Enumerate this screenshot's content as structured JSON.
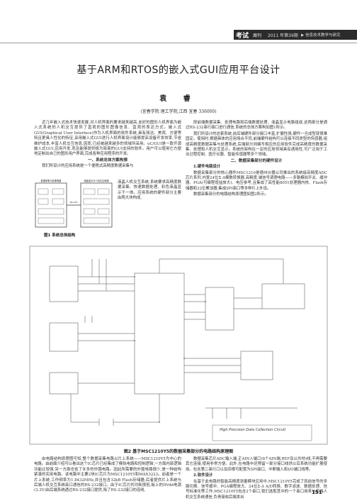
{
  "header": {
    "journal_name": "考试",
    "journal_sub": "周刊",
    "issue": "2011 年第39期",
    "slogan": "▶ 信息技术教学与研究"
  },
  "title": "基于ARM和RTOS的嵌入式GUI应用平台设计",
  "author": "袁 睿",
  "affiliation": "(宜春学院 理工学院,江西 宜春 336000)",
  "left_column": {
    "p1": "近几年嵌入式技术快速发展,对人机界面的要求越来越高,友好的图形人机界面为嵌入式系统的人机交互提供了直观的图形图像信息、直观的表达方式。嵌入式GUI(Graphical User Interface)作为人机界面的软件系统,具有简洁、美观、方便等特且更具人性化的特征,采用嵌入式GUI进行人机界面设计能够提高设备开发效率,节省维护成本,丰富人机交互信息,因而,已经被越来越多的领域所采用。uC/GUI是一款开源嵌入式GUI,应用开发,而且能够提供极为简易的GUI支持的软件。用户可以使用它方便地定制出自己的图形用户界面,完成各种应用程序的开发。",
    "sec1": "一、系统总体方案构想",
    "p2": "我们所设计的应用系统是一个便携式高精度数据采集与",
    "wrap": "液晶人机交互系统,系统要求高精度数据采集、快速数据处理、彩色液晶显示于一体。应用系统的硬件部分主要由两大块构成,"
  },
  "right_column": {
    "p1": "即前端数据采集、处理电路和后端数据处理、液晶显示电路组成,这两部分是通过RS-232串行接口进行通信,系统的总体方案构如图1所示。",
    "p2": "我们所设计的这套系统,前后端硬件部分接口丰富,扩展性强,硬件一旦成型就很难固定。使用时,根据具体的应用场合不同,前端硬件结构可以连接不同类型的传感器,组成高精度数据采集与处理系统,后端部分则编写相应的应用软件完成高精度的数据采集、处理和人机交互显示。系统的架构在一定的应用领域具有通用性,可广泛用于工业过程控制、医疗仪器、智能传感器等多个领域。",
    "sec2": "二、数据采集部分的硬件设计",
    "sub1": "1.硬件电路设计",
    "p3": "数据采集部分的核心器件MSC1210是德州仪器公司推出的系统级高精度ADC芯片系列,内置24位Σ-Δ模数转换器,高精度,端信号调理电路——多路模拟开关、缓冲器、PGA(可编程增益放大)、电压参考,且集成了高性能8051处理器内核、Flash存储器和32位累加器,集成SPI串口等多种片上外设。",
    "p4": "数据采集部分的电路结构原理图如图2所示。"
  },
  "figure1": {
    "caption": "图1  系统总体结构",
    "left_box": "数据采集与处理电路",
    "right_box": "液晶显示与人机交互电路",
    "link": "RS-232"
  },
  "figure2": {
    "caption": "图2  基于MSC1210Y5的数据采集部分的电路结构原理图",
    "schematic_title": "High Precision Data Collection Circuit"
  },
  "bottom_left": {
    "p1": "由电路结构原理图可知,整个数据采集电路以片上系统——MSC1210Y5为中心的电路。由前面介绍可以看出这个IC芯片已经集成了模拟电路和控制逻辑,一方面内部逻辑功能比较强,另一方面也省了许多的外围电路。因此所需要的外围电路很少,是一种结构紧凑的实用电路。该电路中主要2块IC芯片为MSC1210Y5和MAX3223。前者是一个片上系统,工作频率为1.8432MHz,并且包含32kB Flash存储器;后者提供片上系统与后端人机交互系统串口通信的RS-232接口。由于IC芯片的功耗很低,板上的DVdd电源(3.3V)由后端系统通过RS-232接口提供,除了RS-232接口的连线,"
  },
  "bottom_right": {
    "p1": "数据采集芯片ADC输入端,正AIN入端口(8个AIN端,REF及公共地)线,不再需要其它连接,使用非常方便。此外,在电路中还预留一部分接口线供以后系统功能扩展使用。包含第二串行口以及四根可配置为SPI接口、中断输入和I/O端口线等。",
    "sub2": "2.软件设计",
    "p2": "在基于此电路的智能高精度测量模块应用中,MSC1210Y5完成了就前信号的多路切换、信号缓冲、PGA编程放大、24位Σ-Δ A/D转换、数字滤波、数据处理、信号标准化等工作,MSC1210Y5包含2个串口,我们选取其中的一个串口用来与后端人机交互系统通信,负责接收后端发出"
  },
  "page_number": "151"
}
